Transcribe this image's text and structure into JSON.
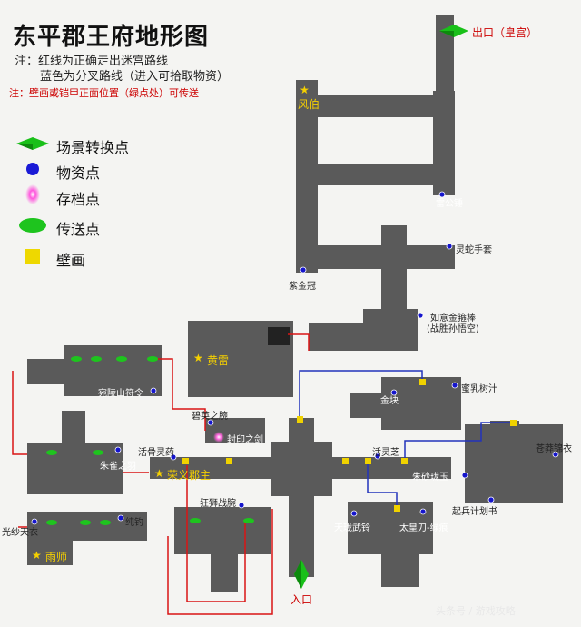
{
  "title": "东平郡王府地形图",
  "notes": {
    "line1": "注：红线为正确走出迷宫路线",
    "line2": "蓝色为分叉路线（进入可拾取物资）",
    "line3": "注：壁画或铠甲正面位置（绿点处）可传送"
  },
  "legend": [
    {
      "icon": "scene-switch",
      "label": "场景转换点"
    },
    {
      "icon": "supply",
      "label": "物资点"
    },
    {
      "icon": "save",
      "label": "存档点"
    },
    {
      "icon": "teleport",
      "label": "传送点"
    },
    {
      "icon": "mural",
      "label": "壁画"
    }
  ],
  "exit_label": "出口（皇宫）",
  "entrance_label": "入口",
  "locations": {
    "fengbo": "风伯",
    "huanglei": "黄雷",
    "rongyi": "荣义郡主",
    "yushi": "雨师"
  },
  "items": {
    "leigongchui": "雷公锤",
    "lingsheshoutao": "灵蛇手套",
    "zijinguan": "紫金冠",
    "ruyi1": "如意金箍棒",
    "ruyi2": "(战胜孙悟空)",
    "mirushuzhi": "蜜乳树汁",
    "jinkuai": "金块",
    "wandushanfuling": "宛陵山符令",
    "biyingzhiwan": "碧英之腕",
    "fengyinzhijian": "封印之剑",
    "huogulingyao": "活骨灵药",
    "huolingzhi": "活灵芝",
    "zhuquezhiyu": "朱雀之羽",
    "zhushalongyu": "朱砂珑玉",
    "cangmangjinyi": "苍莽锦衣",
    "kuangshizhanwan": "狂狮战腕",
    "guangshatianyi": "光纱天衣",
    "chundiao": "纯钓",
    "tianlongwuling": "天珑武铃",
    "taihuangdao": "太皇刀-绿痕",
    "qibingjicehu": "起兵计划书"
  },
  "watermark": "头条号 / 游戏攻略"
}
